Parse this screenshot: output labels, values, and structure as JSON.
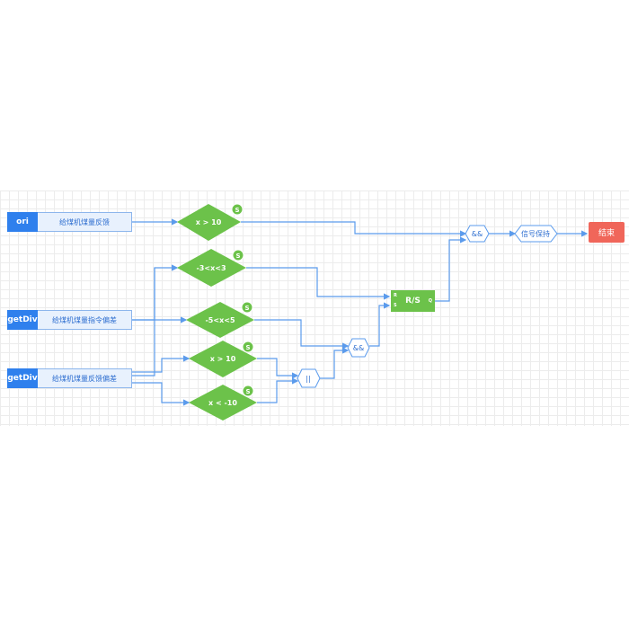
{
  "sources": [
    {
      "tag": "ori",
      "label": "给煤机煤量反馈"
    },
    {
      "tag": "getDiv",
      "label": "给煤机煤量指令偏差"
    },
    {
      "tag": "getDiv",
      "label": "给煤机煤量反馈偏差"
    }
  ],
  "conditions": [
    {
      "label": "x > 10",
      "badge": "S"
    },
    {
      "label": "-3<x<3",
      "badge": "S"
    },
    {
      "label": "-5<x<5",
      "badge": "S"
    },
    {
      "label": "x > 10",
      "badge": "S"
    },
    {
      "label": "x < -10",
      "badge": "S"
    }
  ],
  "gates": {
    "and_top": "&&",
    "and_mid": "&&",
    "or": "||",
    "hold": "信号保持"
  },
  "rs": {
    "label": "R/S",
    "pin_r": "R",
    "pin_s": "S",
    "pin_q": "Q"
  },
  "end": {
    "label": "结束"
  },
  "colors": {
    "source_tag": "#2f80ed",
    "condition": "#6cc24a",
    "end": "#f0665a",
    "wire": "#5b9bec"
  }
}
